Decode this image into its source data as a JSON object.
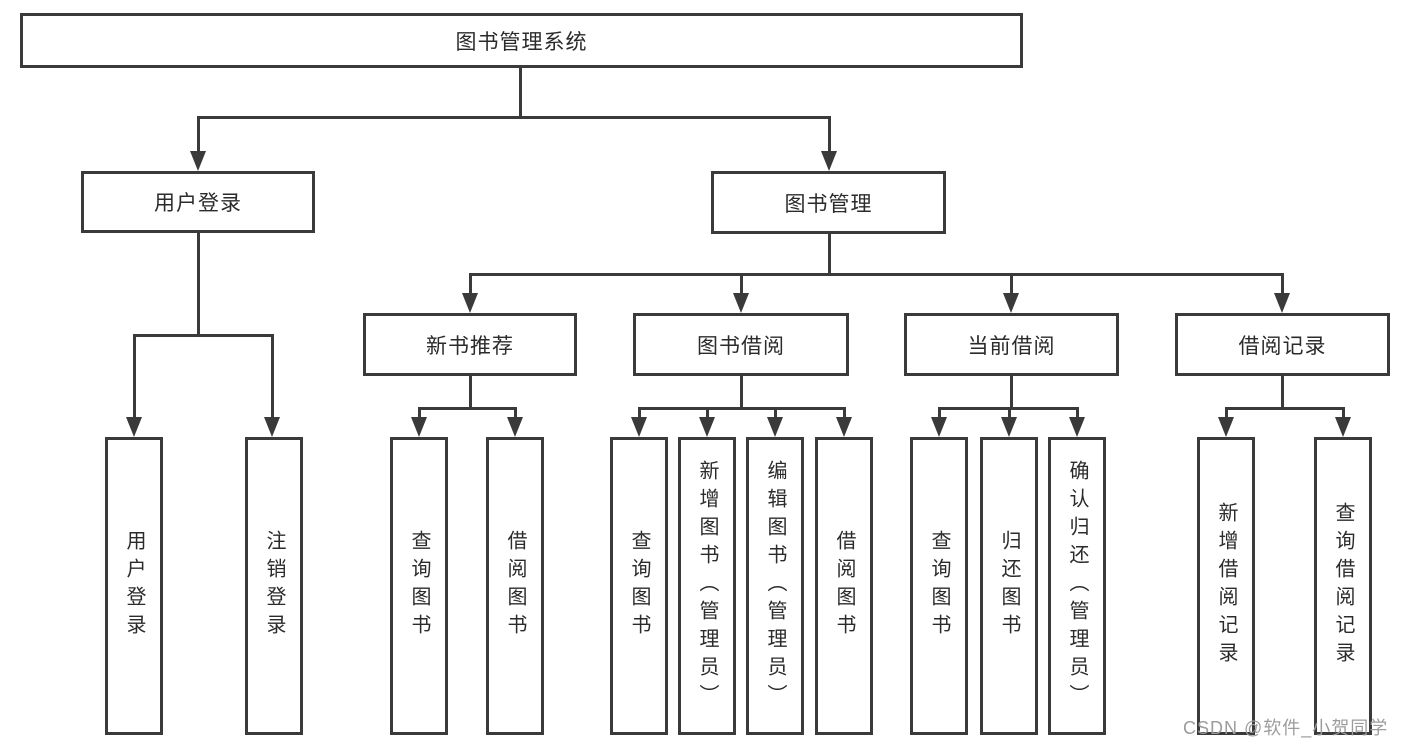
{
  "diagram": {
    "root": {
      "label": "图书管理系统"
    },
    "level2": [
      {
        "label": "用户登录"
      },
      {
        "label": "图书管理"
      }
    ],
    "level3": [
      {
        "label": "新书推荐"
      },
      {
        "label": "图书借阅"
      },
      {
        "label": "当前借阅"
      },
      {
        "label": "借阅记录"
      }
    ],
    "leaves": [
      {
        "label": "用户登录"
      },
      {
        "label": "注销登录"
      },
      {
        "label": "查询图书"
      },
      {
        "label": "借阅图书"
      },
      {
        "label": "查询图书"
      },
      {
        "label": "新增图书（管理员）"
      },
      {
        "label": "编辑图书（管理员）"
      },
      {
        "label": "借阅图书"
      },
      {
        "label": "查询图书"
      },
      {
        "label": "归还图书"
      },
      {
        "label": "确认归还（管理员）"
      },
      {
        "label": "新增借阅记录"
      },
      {
        "label": "查询借阅记录"
      }
    ]
  },
  "watermark": {
    "text": "CSDN @软件_小贺同学"
  },
  "colors": {
    "line": "#3a3a3a",
    "text": "#2b2b2b",
    "background": "#ffffff",
    "watermark": "#9c9c9c"
  }
}
